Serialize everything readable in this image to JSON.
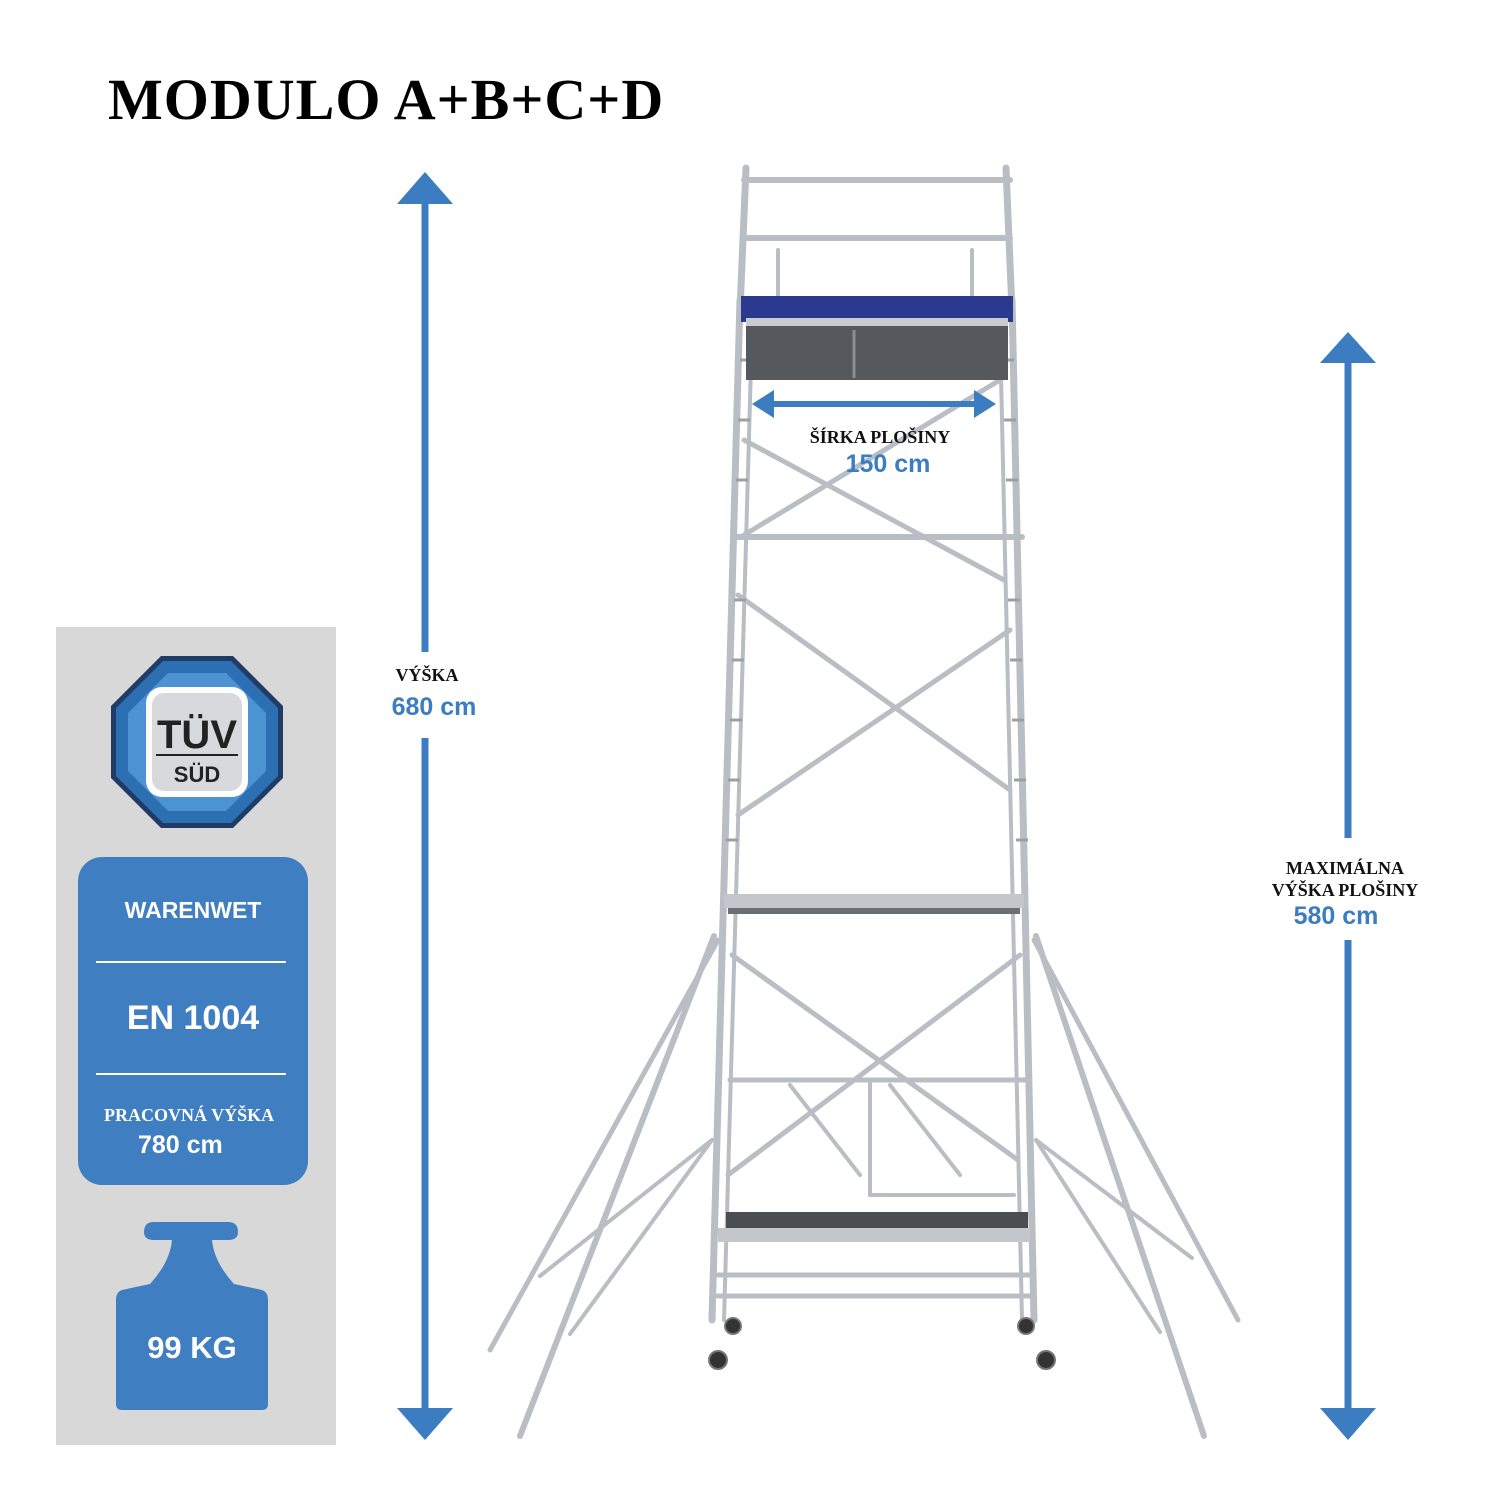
{
  "title": "MODULO A+B+C+D",
  "height": {
    "label": "VÝŠKA",
    "value": "680 cm"
  },
  "platform_width": {
    "label": "ŠÍRKA PLOŠINY",
    "value": "150 cm"
  },
  "max_platform_height": {
    "label_line1": "MAXIMÁLNA",
    "label_line2": "VÝŠKA PLOŠINY",
    "value": "580 cm"
  },
  "badge": {
    "top": "TÜV",
    "bottom": "SÜD"
  },
  "certification": {
    "standard1": "WARENWET",
    "standard2": "EN 1004",
    "working_height_label": "PRACOVNÁ VÝŠKA",
    "working_height_value": "780 cm"
  },
  "weight": {
    "value": "99 KG"
  },
  "colors": {
    "accent": "#3f7ec1",
    "panel": "#d8d8d8",
    "platform": "#2b3a8f",
    "metal": "#b9bec4"
  }
}
